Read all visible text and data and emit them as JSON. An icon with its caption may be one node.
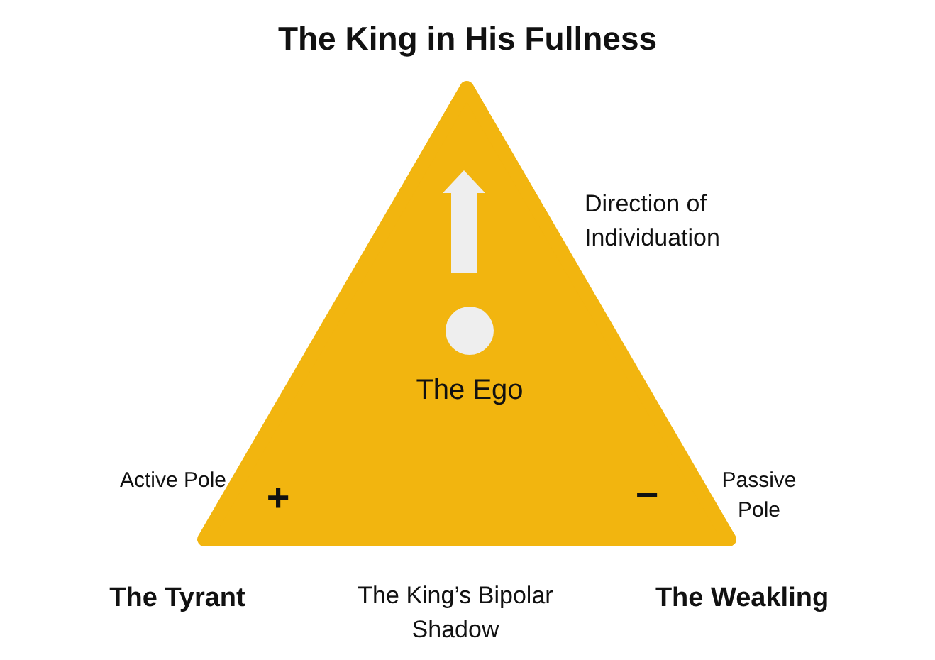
{
  "diagram": {
    "title": "The King in His Fullness",
    "nodes": [
      {
        "text": [],
        "shape": "triangle"
      },
      {
        "text": [
          "The Ego"
        ],
        "in": 0
      }
    ],
    "edges": [],
    "labels": [
      "Direction of Individuation",
      "Active Pole",
      "+",
      "−",
      "Passive Pole",
      "The Tyrant",
      "The King’s Bipolar Shadow",
      "The Weakling"
    ]
  }
}
